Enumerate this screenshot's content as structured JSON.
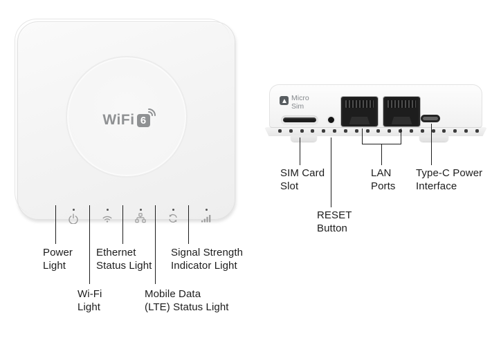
{
  "front": {
    "logo": {
      "text": "WiFi",
      "badge": "6"
    },
    "indicators": [
      {
        "name": "power",
        "icon": "power-icon",
        "label1": "Power",
        "label2": "Light"
      },
      {
        "name": "wifi",
        "icon": "wifi-icon",
        "label1": "Wi-Fi",
        "label2": "Light"
      },
      {
        "name": "ethernet",
        "icon": "ethernet-icon",
        "label1": "Ethernet",
        "label2": "Status Light"
      },
      {
        "name": "mobile_data",
        "icon": "mobile-data-icon",
        "label1": "Mobile Data",
        "label2": "(LTE) Status Light"
      },
      {
        "name": "signal",
        "icon": "signal-strength-icon",
        "label1": "Signal Strength",
        "label2": "Indicator Light"
      }
    ]
  },
  "side": {
    "marking": {
      "line1": "Micro",
      "line2": "Sim"
    },
    "callouts": {
      "sim": {
        "label1": "SIM Card",
        "label2": "Slot"
      },
      "reset": {
        "label1": "RESET",
        "label2": "Button"
      },
      "lan": {
        "label1": "LAN",
        "label2": "Ports"
      },
      "typec": {
        "label1": "Type-C Power",
        "label2": "Interface"
      }
    }
  },
  "colors": {
    "device_body": "#f4f4f4",
    "port_dark": "#1d1d1d",
    "icon_gray": "#9b9b9b",
    "logo_gray": "#8f9193",
    "callout_line": "#1c1c1c",
    "label_text": "#1c1c1c",
    "sim_marking_text": "#84888c"
  }
}
